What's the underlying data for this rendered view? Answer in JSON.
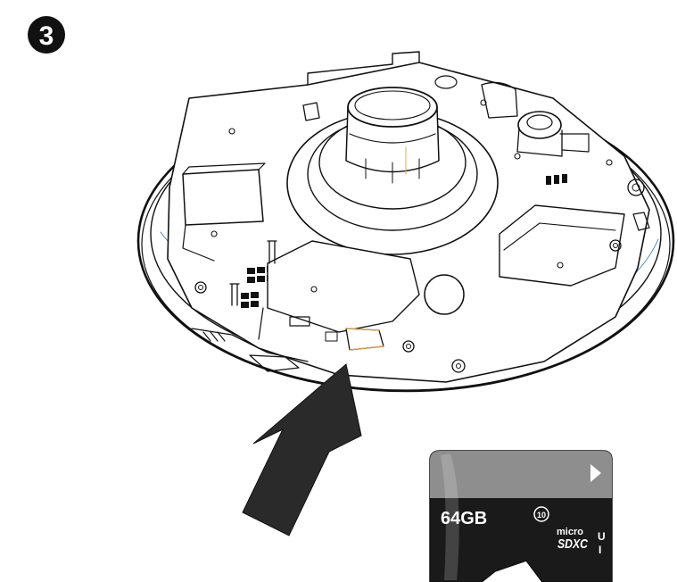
{
  "step": {
    "number": "3"
  },
  "card": {
    "capacity": "64GB",
    "speed_class": "10",
    "brand_micro": "micro",
    "brand_sd": "SDXC",
    "uhs_u": "U",
    "uhs_i": "I"
  },
  "colors": {
    "line": "#111111",
    "card_body": "#1a1a1a",
    "card_label_band": "#8e8e8e",
    "arrow": "#2a2a2a",
    "accent_blue": "#3b78b5",
    "accent_orange": "#e0a040"
  },
  "icons": [
    "step-number-badge",
    "insert-arrow",
    "micro-sd-card",
    "camera-base"
  ]
}
